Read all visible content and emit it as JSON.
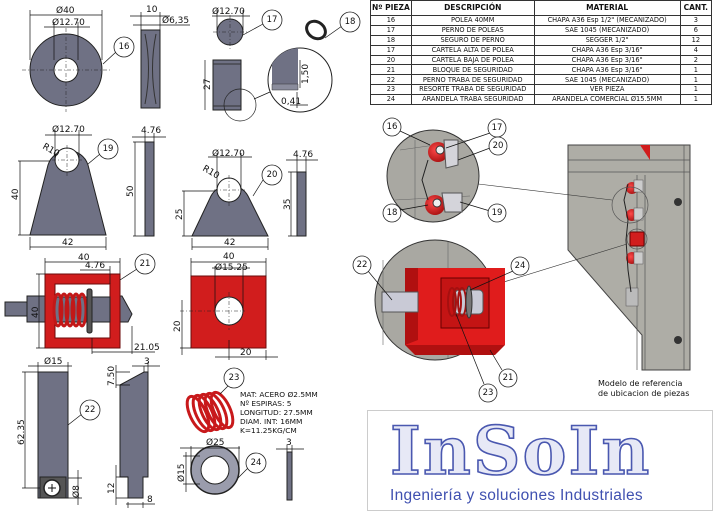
{
  "bom": {
    "headers": [
      "Nº PIEZA",
      "DESCRIPCIÓN",
      "MATERIAL",
      "CANT."
    ],
    "rows": [
      [
        "16",
        "POLEA 40MM",
        "CHAPA A36 Esp 1/2\" (MECANIZADO)",
        "3"
      ],
      [
        "17",
        "PERNO DE POLEAS",
        "SAE 1045 (MECANIZADO)",
        "6"
      ],
      [
        "18",
        "SEGURO DE PERNO",
        "SEGGER 1/2\"",
        "12"
      ],
      [
        "17",
        "CARTELA ALTA DE POLEA",
        "CHAPA A36 Esp 3/16\"",
        "4"
      ],
      [
        "20",
        "CARTELA BAJA DE POLEA",
        "CHAPA A36 Esp 3/16\"",
        "2"
      ],
      [
        "21",
        "BLOQUE DE SEGURIDAD",
        "CHAPA A36 Esp 3/16\"",
        "1"
      ],
      [
        "22",
        "PERNO TRABA DE SEGURIDAD",
        "SAE 1045 (MECANIZADO)",
        "1"
      ],
      [
        "23",
        "RESORTE TRABA DE SEGURIDAD",
        "VER PIEZA",
        "1"
      ],
      [
        "24",
        "ARANDELA TRABA SEGURIDAD",
        "ARANDELA COMERCIAL Ø15.5MM",
        "1"
      ]
    ]
  },
  "parts": {
    "p16": {
      "balloon": "16",
      "dia_outer": "Ø40",
      "dia_hole": "Ø12.70",
      "width": "10",
      "groove": "Ø6,35"
    },
    "p17": {
      "balloon": "17",
      "dia": "Ø12.70",
      "length": "27",
      "detail_h": "1,50",
      "detail_w": "0,41"
    },
    "p18": {
      "balloon": "18"
    },
    "p19": {
      "balloon": "19",
      "dia": "Ø12.70",
      "radius": "R10",
      "height": "40",
      "base": "42",
      "thick": "4.76",
      "total": "50"
    },
    "p20": {
      "balloon": "20",
      "dia": "Ø12.70",
      "radius": "R10",
      "height": "25",
      "base": "42",
      "thick": "4.76",
      "total": "35"
    },
    "p21": {
      "balloon": "21",
      "width": "40",
      "thick": "4.76",
      "height": "40",
      "offset": "21.05",
      "front_w": "40",
      "front_hole": "Ø15.25",
      "front_h": "20",
      "front_x": "20"
    },
    "p22": {
      "balloon": "22",
      "dia": "Ø15",
      "length": "62.35",
      "hole": "Ø8",
      "chamfer_w": "3",
      "chamfer_h": "7.50",
      "tip_h": "12",
      "tip_w": "8"
    },
    "p23": {
      "balloon": "23",
      "notes": [
        "MAT: ACERO Ø2.5MM",
        "Nº ESPIRAS: 5",
        "LONGITUD: 27.5MM",
        "DIAM. INT: 16MM",
        "K=11.25KG/CM"
      ]
    },
    "p24": {
      "balloon": "24",
      "dia_outer": "Ø25",
      "dia_inner": "Ø15",
      "thick": "3"
    }
  },
  "detail": {
    "balloons_top": [
      "16",
      "17",
      "20",
      "18",
      "19"
    ],
    "balloons_bottom": [
      "22",
      "24",
      "21",
      "23"
    ],
    "caption": [
      "Modelo de referencia",
      "de ubicacion de piezas"
    ]
  },
  "logo": {
    "title": "InSoIn",
    "subtitle": "Ingeniería y soluciones Industriales"
  },
  "colors": {
    "part": "#6f7184",
    "red": "#d11d1d",
    "brand": "#4a58b0"
  }
}
